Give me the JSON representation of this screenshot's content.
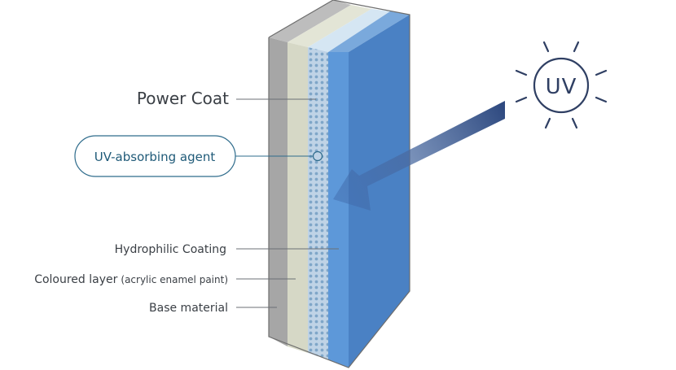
{
  "labels": {
    "power_coat": "Power Coat",
    "uv_agent": "UV-absorbing agent",
    "hydrophilic": "Hydrophilic Coating",
    "coloured_main": "Coloured layer",
    "coloured_note": "(acrylic enamel paint)",
    "base": "Base material",
    "sun": "UV"
  },
  "colors": {
    "base_material": "#a6a6a6",
    "coloured_layer": "#d6d8c6",
    "power_coat": "#bfd3e6",
    "hydrophilic": "#5d98d9",
    "front_face": "#4a81c4",
    "uv_arrow": "#3d5a8f",
    "sun": "#2f3f63"
  },
  "icons": [
    "sun-icon",
    "uv-arrow-icon"
  ]
}
